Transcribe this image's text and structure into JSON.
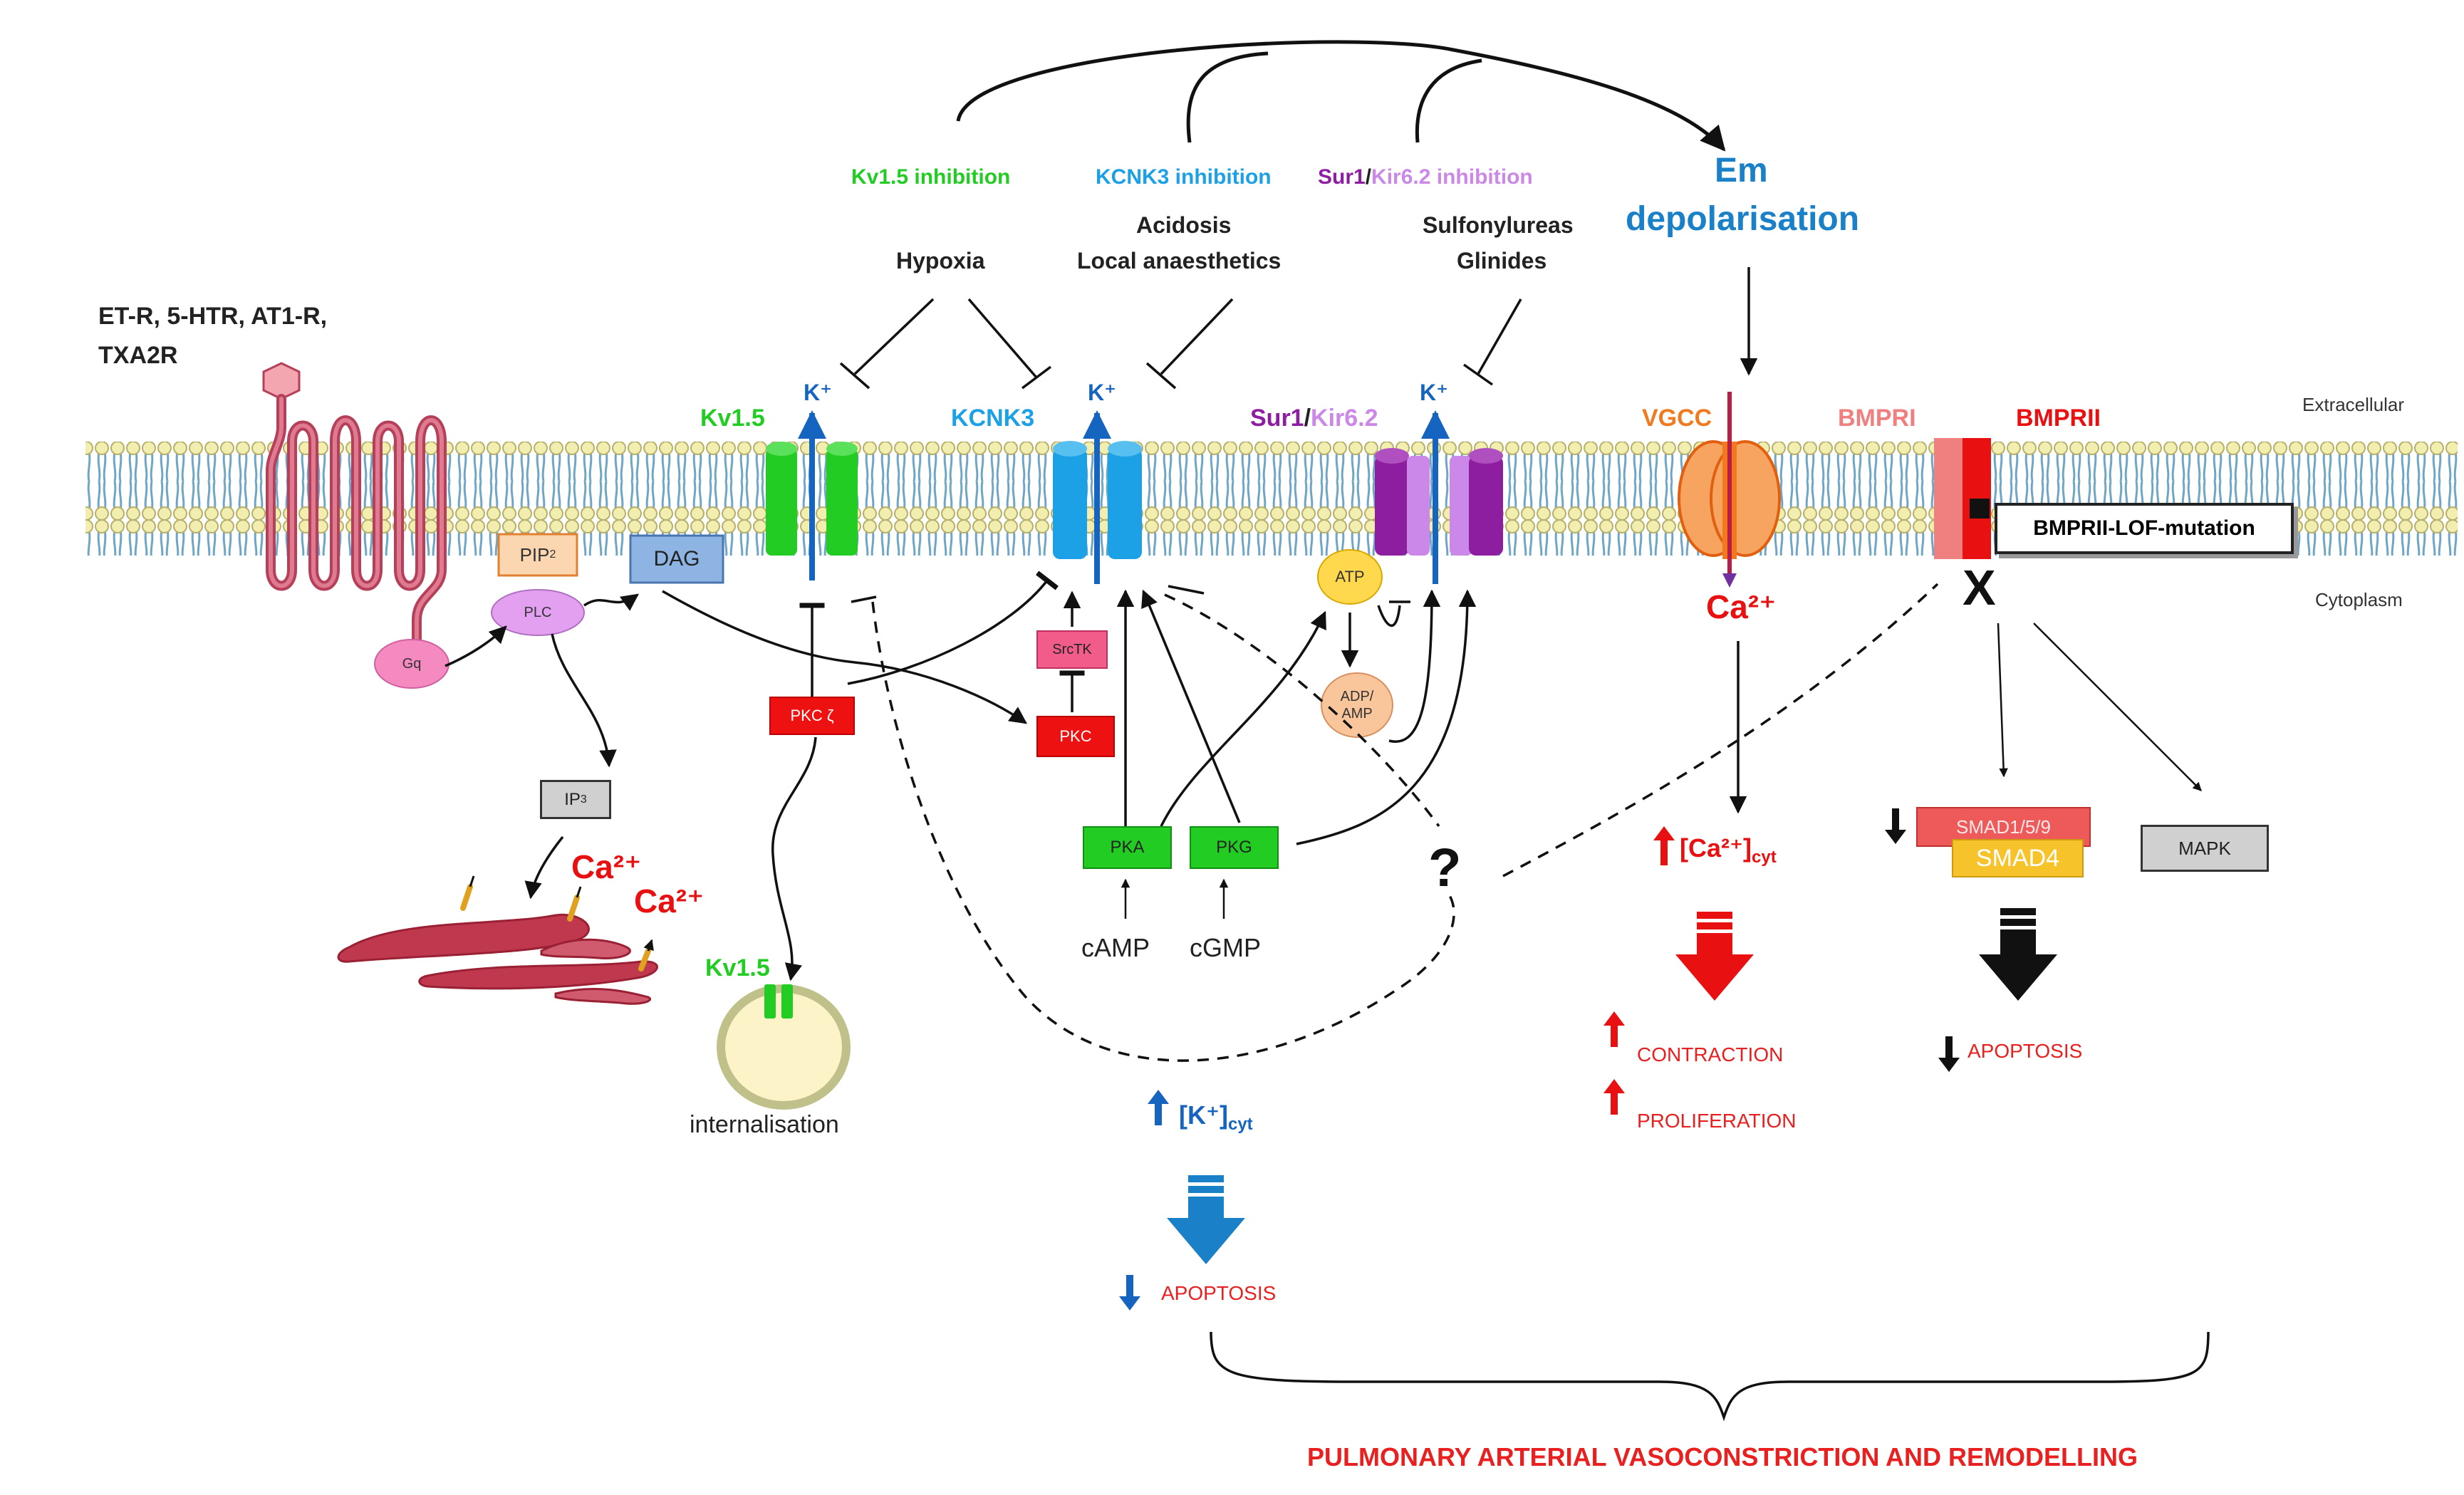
{
  "receptors": {
    "line1": "ET-R, 5-HTR, AT1-R,",
    "line2": "TXA2R"
  },
  "labels": {
    "kv15_inhibition": "Kv1.5 inhibition",
    "kcnk3_inhibition": "KCNK3 inhibition",
    "sur1": "Sur1",
    "slash": "/",
    "kir62_inhibition": "Kir6.2 inhibition",
    "hypoxia": "Hypoxia",
    "acidosis": "Acidosis",
    "local_anaesthetics": "Local anaesthetics",
    "sulfonylureas": "Sulfonylureas",
    "glinides": "Glinides",
    "em": "Em",
    "depolarisation": "depolarisation",
    "extracellular": "Extracellular",
    "cytoplasm": "Cytoplasm",
    "kv15": "Kv1.5",
    "kcnk3": "KCNK3",
    "kir62": "Kir6.2",
    "k_plus": "K⁺",
    "vgcc": "VGCC",
    "bmpri": "BMPRI",
    "bmprii": "BMPRII",
    "bmprii_lof": "BMPRII-LOF-mutation",
    "ca2": "Ca²⁺",
    "x_mark": "X",
    "question": "?",
    "kv15_internal": "Kv1.5",
    "internalisation": "internalisation",
    "camp": "cAMP",
    "cgmp": "cGMP",
    "ca_cyt": "[Ca²⁺]",
    "k_cyt": "[K⁺]",
    "cyt_sub": "cyt",
    "contraction": "CONTRACTION",
    "proliferation": "PROLIFERATION",
    "apoptosis": "APOPTOSIS",
    "footer": "PULMONARY ARTERIAL  VASOCONSTRICTION AND REMODELLING"
  },
  "boxes": {
    "pip2": "PIP",
    "pip2_sub": "2",
    "plc": "PLC",
    "gq": "Gq",
    "dag": "DAG",
    "ip3": "IP",
    "ip3_sub": "3",
    "pkc_zeta": "PKC ζ",
    "pkc": "PKC",
    "srctk": "SrcTK",
    "pka": "PKA",
    "pkg": "PKG",
    "atp": "ATP",
    "adp_amp_1": "ADP/",
    "adp_amp_2": "AMP",
    "smad159": "SMAD1/5/9",
    "smad4": "SMAD4",
    "mapk": "MAPK"
  },
  "colors": {
    "kv15": "#22cc22",
    "kcnk3": "#1ca0e6",
    "sur1": "#8e1ea0",
    "kir62": "#cc88e8",
    "k_arrow": "#1565c0",
    "em_blue": "#1a80c8",
    "vgcc": "#f07a20",
    "bmpri": "#f08080",
    "bmprii": "#e81010",
    "red_box": "#ee1111",
    "green_box": "#22cc22",
    "receptor": "#c8506a",
    "lipid_head": "#f1eeb0",
    "lipid_tail": "#6fa6c6",
    "red_text": "#e82020"
  },
  "icons": [
    "hexagon-ligand",
    "er-membrane",
    "vesicle"
  ]
}
